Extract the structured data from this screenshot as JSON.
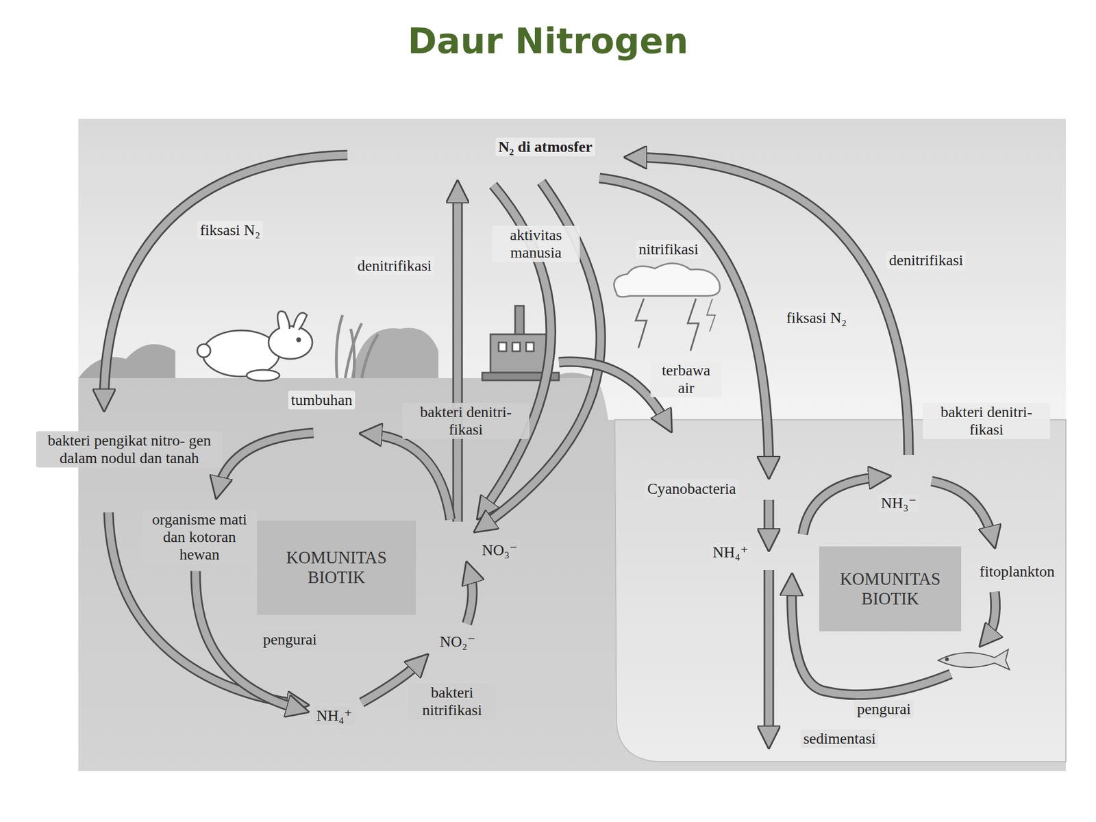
{
  "diagram": {
    "title": "Daur Nitrogen",
    "nodes": [
      {
        "text": [
          "KOMUNITAS BIOTIK"
        ]
      },
      {
        "text": [
          "KOMUNITAS BIOTIK"
        ]
      }
    ],
    "labels": [
      "N₂ di atmosfer",
      "fiksasi N₂",
      "denitrifikasi",
      "aktivitas manusia",
      "nitrifikasi",
      "denitrifikasi",
      "fiksasi N₂",
      "terbawa air",
      "tumbuhan",
      "bakteri denitri- fikasi",
      "bakteri denitri- fikasi",
      "bakteri pengikat nitro- gen dalam nodul dan tanah",
      "Cyanobacteria",
      "organisme mati dan kotoran hewan",
      "NO₃⁻",
      "NH₃⁻",
      "NH₄⁺",
      "fitoplankton",
      "pengurai",
      "NO₂⁻",
      "bakteri nitrifikasi",
      "NH₄⁺",
      "pengurai",
      "sedimentasi"
    ]
  }
}
